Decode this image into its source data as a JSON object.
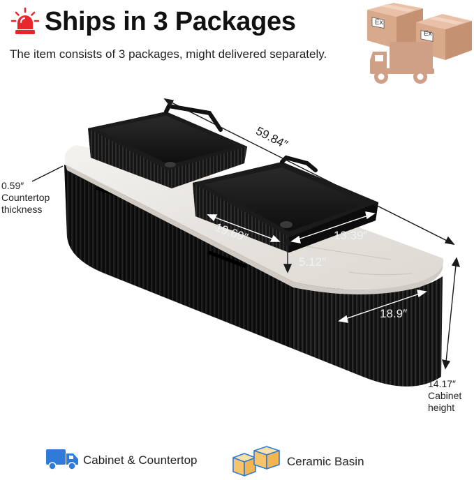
{
  "header": {
    "title": "Ships in 3 Packages",
    "subtitle": "The item consists of 3 packages, might delivered separately."
  },
  "dimensions": {
    "overall_length": "59.84″",
    "countertop_thickness_value": "0.59″",
    "countertop_thickness_label_line1": "Countertop",
    "countertop_thickness_label_line2": "thickness",
    "basin_length": "19.69″",
    "basin_width": "13.39″",
    "basin_height": "5.12″",
    "cabinet_depth": "18.9″",
    "cabinet_height_value": "14.17″",
    "cabinet_height_label_line1": "Cabinet",
    "cabinet_height_label_line2": "height"
  },
  "box_label": "Ex",
  "legend": {
    "items": [
      {
        "label": "Cabinet & Countertop",
        "icon": "delivery-truck-icon"
      },
      {
        "label": "Ceramic Basin",
        "icon": "package-boxes-icon"
      }
    ]
  },
  "colors": {
    "alert_red": "#e8262b",
    "box_tan": "#d9a98c",
    "box_tan_dark": "#b9866a",
    "truck_tan": "#cf9f86",
    "legend_blue": "#2f7bd9",
    "cabinet_black": "#151515",
    "countertop_marble": "#e9e6e1"
  }
}
